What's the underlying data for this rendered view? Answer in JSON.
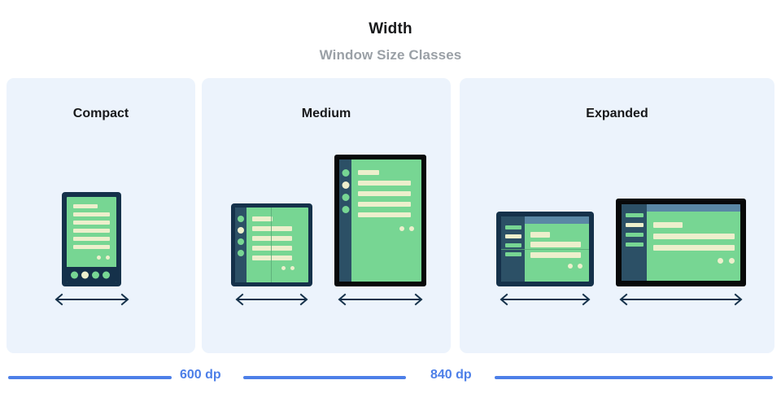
{
  "header": {
    "title": "Width",
    "subtitle": "Window Size Classes"
  },
  "colors": {
    "panel_bg": "#ecf3fc",
    "screen_green": "#77d693",
    "content_cream": "#edefcc",
    "nav_slate": "#2c5066",
    "frame_navy": "#15314a",
    "frame_black": "#08090a",
    "topbar_blue": "#5a87a5",
    "scale_blue": "#4d7fe8",
    "title_text": "#17181a",
    "subtitle_text": "#9aa0a6"
  },
  "panels": [
    {
      "id": "compact",
      "label": "Compact",
      "devices": [
        {
          "name": "phone-portrait",
          "frame": "navy",
          "orientation": "portrait",
          "nav": "bottom-bar",
          "nav_items": 4,
          "nav_active_index": 1,
          "content_lines": 6,
          "fold": "none",
          "topbar": false,
          "arrow_label": "width-arrow"
        }
      ]
    },
    {
      "id": "medium",
      "label": "Medium",
      "devices": [
        {
          "name": "foldable-portrait-open",
          "frame": "navy",
          "orientation": "portrait",
          "nav": "rail",
          "nav_items": 4,
          "nav_active_index": 1,
          "content_lines": 5,
          "fold": "vertical",
          "topbar": false,
          "arrow_label": "width-arrow"
        },
        {
          "name": "tablet-portrait",
          "frame": "black",
          "orientation": "portrait",
          "nav": "rail",
          "nav_items": 4,
          "nav_active_index": 1,
          "content_lines": 5,
          "fold": "none",
          "topbar": false,
          "arrow_label": "width-arrow"
        }
      ]
    },
    {
      "id": "expanded",
      "label": "Expanded",
      "devices": [
        {
          "name": "foldable-landscape-open",
          "frame": "navy",
          "orientation": "landscape",
          "nav": "drawer",
          "nav_items": 4,
          "nav_active_index": 1,
          "content_lines": 3,
          "fold": "horizontal",
          "topbar": true,
          "arrow_label": "width-arrow"
        },
        {
          "name": "tablet-landscape",
          "frame": "black",
          "orientation": "landscape",
          "nav": "drawer",
          "nav_items": 4,
          "nav_active_index": 1,
          "content_lines": 3,
          "fold": "none",
          "topbar": true,
          "arrow_label": "width-arrow"
        }
      ]
    }
  ],
  "scale": {
    "breakpoints": [
      {
        "label": "600 dp"
      },
      {
        "label": "840 dp"
      }
    ]
  }
}
